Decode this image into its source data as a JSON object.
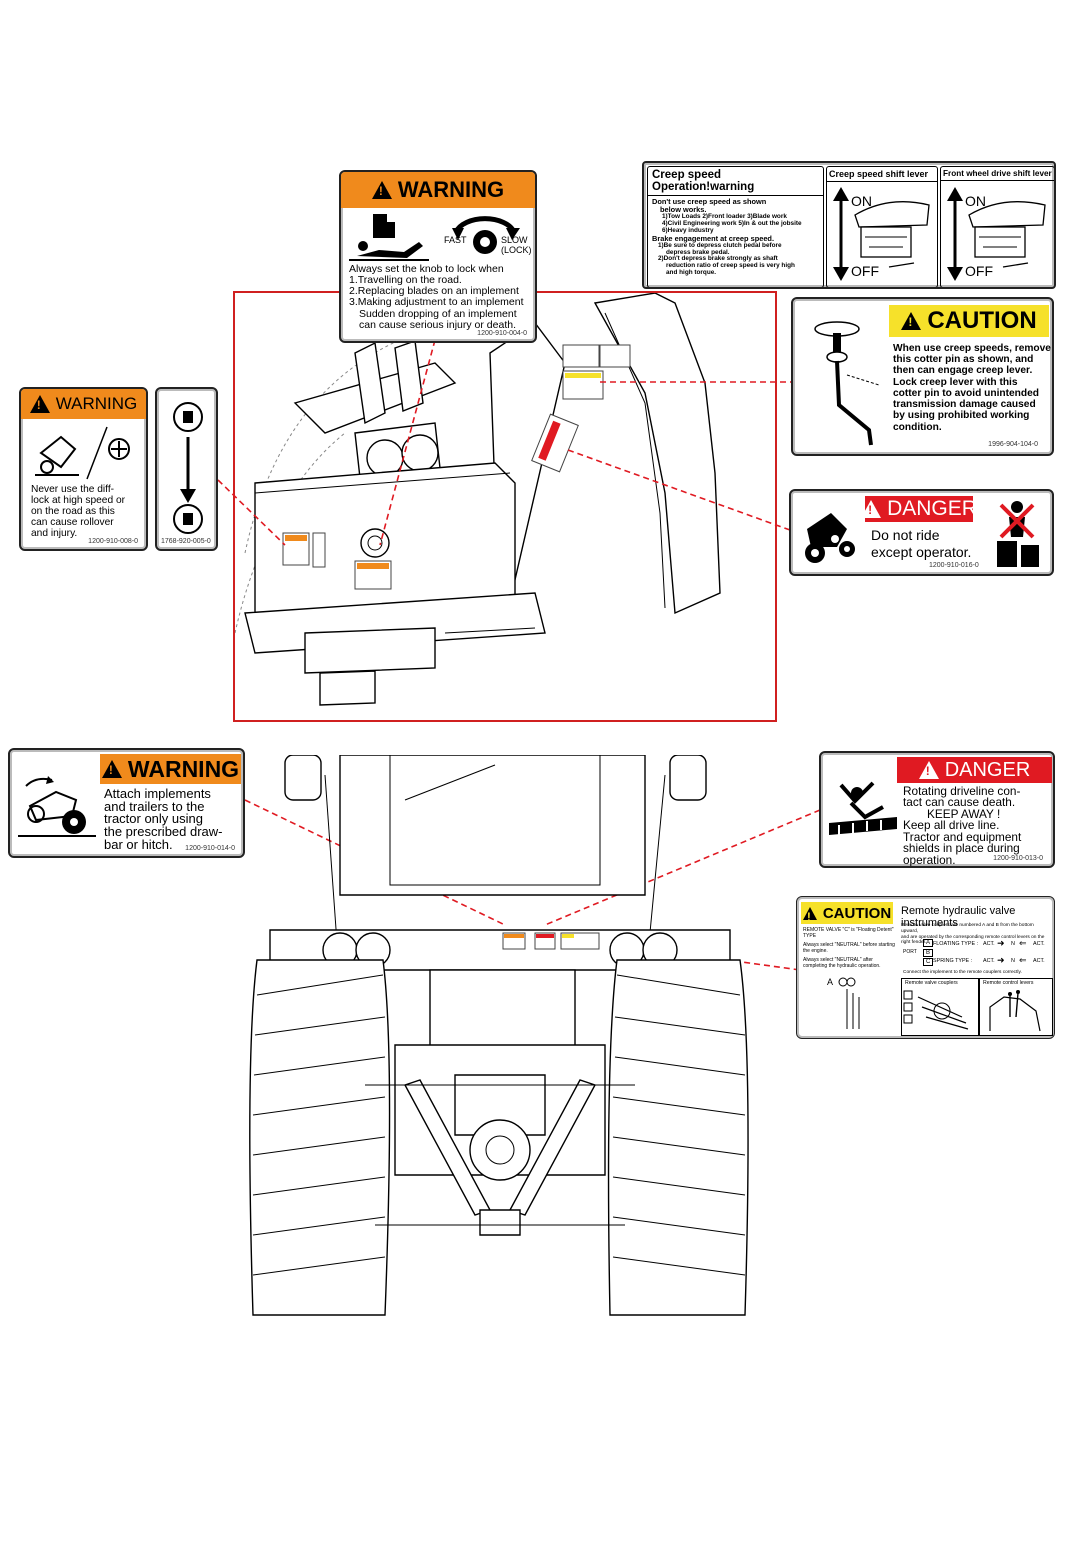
{
  "upper_warning_knob": {
    "header": "WARNING",
    "fast": "FAST",
    "slow": "SLOW",
    "lock": "(LOCK)",
    "intro": "Always set the knob to lock when",
    "items": [
      "1.Travelling on the road.",
      "2.Replacing blades on an implement",
      "3.Making adjustment to an implement"
    ],
    "note1": "Sudden dropping of an implement",
    "note2": "can cause serious injury or death.",
    "code": "1200-910-004-0"
  },
  "creep_panel": {
    "title_main": "Creep speed Operation!warning",
    "line1": "Don't use creep speed as shown",
    "line2": "below works.",
    "line3": "1)Tow Loads    2)Front loader  3)Blade work",
    "line4": "4)Civil Engineering work  5)In & out the jobsite",
    "line5": "6)Heavy industry",
    "line6": "Brake engagement at creep speed.",
    "line7": "1)Be sure to depress clutch pedal before",
    "line8": "depress brake pedal.",
    "line9": "2)Don't depress brake strongly as shaft",
    "line10": "reduction ratio of creep speed is very high",
    "line11": "and high torque.",
    "title_creep_lever": "Creep speed shift lever",
    "title_fwd_lever": "Front wheel drive shift lever",
    "on": "ON",
    "off": "OFF"
  },
  "caution_creep": {
    "header": "CAUTION",
    "lines": [
      "When use creep speeds, remove",
      "this cotter pin as shown, and",
      "then can engage creep lever.",
      "Lock creep lever with this",
      "cotter pin to avoid unintended",
      "transmission damage caused",
      "by using prohibited working",
      "condition."
    ],
    "code": "1996-904-104-0"
  },
  "warning_diff": {
    "header": "WARNING",
    "lines": [
      "Never use the diff-",
      "lock at high speed or",
      "on the road as this",
      "can cause rollover",
      "and injury."
    ],
    "code": "1200-910-008-0"
  },
  "diff_symbol": {
    "code": "1768-920-005-0"
  },
  "danger_ride": {
    "header": "DANGER",
    "line1": "Do not ride",
    "line2": "except operator.",
    "code": "1200-910-016-0"
  },
  "warning_attach": {
    "header": "WARNING",
    "lines": [
      "Attach implements",
      "and trailers to the",
      "tractor only using",
      "the prescribed draw-",
      "bar or hitch."
    ],
    "code": "1200-910-014-0"
  },
  "danger_driveline": {
    "header": "DANGER",
    "lines": [
      "Rotating driveline  con-",
      "tact can cause death.",
      "KEEP AWAY !",
      "Keep all drive line.",
      "Tractor and equipment",
      "shields in place during",
      "operation."
    ],
    "code": "1200-910-013-0"
  },
  "caution_hydraulic": {
    "header": "CAUTION",
    "title": "Remote hydraulic valve instruments",
    "left1": "REMOTE VALVE \"C\" is \"Floating Detent\" TYPE",
    "left2": "Always select \"NEUTRAL\" before starting the engine.",
    "left3": "Always select \"NEUTRAL\" after completing the hydraulic operation.",
    "r1": "Remote valve couplers are numbered A and B from the bottom upward,",
    "r2": "and are operated by the corresponding remote control levers on the right fender.",
    "port": "PORT",
    "floating": "FLOATING TYPE :",
    "spring": "SPRING TYPE :",
    "act": "ACT.",
    "n": "N",
    "r3": "Connect the implement to the remote couplers correctly.",
    "couplers": "Remote valve couplers",
    "levers": "Remote control levers",
    "a": "A",
    "b": "B",
    "c": "C"
  },
  "colors": {
    "warning": "#f08a1c",
    "danger": "#e01a22",
    "caution": "#f6e12a",
    "leader": "#e01a22",
    "frame": "#d02020"
  }
}
